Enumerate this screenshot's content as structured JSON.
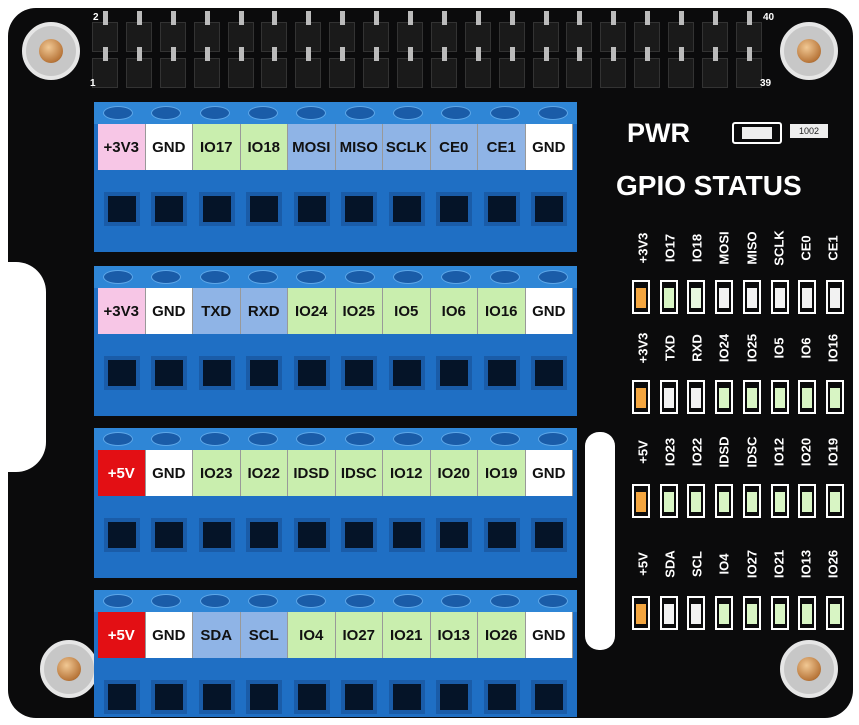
{
  "header": {
    "pin_top_left": "2",
    "pin_top_right": "40",
    "pin_bottom_left": "1",
    "pin_bottom_right": "39"
  },
  "terminal_rows": [
    {
      "labels": [
        {
          "text": "+3V3",
          "color": "#f7c6e6"
        },
        {
          "text": "GND",
          "color": "#ffffff"
        },
        {
          "text": "IO17",
          "color": "#c9eeae"
        },
        {
          "text": "IO18",
          "color": "#c9eeae"
        },
        {
          "text": "MOSI",
          "color": "#8fb4e6"
        },
        {
          "text": "MISO",
          "color": "#8fb4e6"
        },
        {
          "text": "SCLK",
          "color": "#8fb4e6"
        },
        {
          "text": "CE0",
          "color": "#8fb4e6"
        },
        {
          "text": "CE1",
          "color": "#8fb4e6"
        },
        {
          "text": "GND",
          "color": "#ffffff"
        }
      ]
    },
    {
      "labels": [
        {
          "text": "+3V3",
          "color": "#f7c6e6"
        },
        {
          "text": "GND",
          "color": "#ffffff"
        },
        {
          "text": "TXD",
          "color": "#8fb4e6"
        },
        {
          "text": "RXD",
          "color": "#8fb4e6"
        },
        {
          "text": "IO24",
          "color": "#c9eeae"
        },
        {
          "text": "IO25",
          "color": "#c9eeae"
        },
        {
          "text": "IO5",
          "color": "#c9eeae"
        },
        {
          "text": "IO6",
          "color": "#c9eeae"
        },
        {
          "text": "IO16",
          "color": "#c9eeae"
        },
        {
          "text": "GND",
          "color": "#ffffff"
        }
      ]
    },
    {
      "labels": [
        {
          "text": "+5V",
          "color": "#e30f14"
        },
        {
          "text": "GND",
          "color": "#ffffff"
        },
        {
          "text": "IO23",
          "color": "#c9eeae"
        },
        {
          "text": "IO22",
          "color": "#c9eeae"
        },
        {
          "text": "IDSD",
          "color": "#c9eeae"
        },
        {
          "text": "IDSC",
          "color": "#c9eeae"
        },
        {
          "text": "IO12",
          "color": "#c9eeae"
        },
        {
          "text": "IO20",
          "color": "#c9eeae"
        },
        {
          "text": "IO19",
          "color": "#c9eeae"
        },
        {
          "text": "GND",
          "color": "#ffffff"
        }
      ]
    },
    {
      "labels": [
        {
          "text": "+5V",
          "color": "#e30f14"
        },
        {
          "text": "GND",
          "color": "#ffffff"
        },
        {
          "text": "SDA",
          "color": "#8fb4e6"
        },
        {
          "text": "SCL",
          "color": "#8fb4e6"
        },
        {
          "text": "IO4",
          "color": "#c9eeae"
        },
        {
          "text": "IO27",
          "color": "#c9eeae"
        },
        {
          "text": "IO21",
          "color": "#c9eeae"
        },
        {
          "text": "IO13",
          "color": "#c9eeae"
        },
        {
          "text": "IO26",
          "color": "#c9eeae"
        },
        {
          "text": "GND",
          "color": "#ffffff"
        }
      ]
    }
  ],
  "status_panel": {
    "pwr_label": "PWR",
    "pwr_resistor": "1002",
    "title": "GPIO STATUS",
    "led_groups": [
      {
        "labels": [
          "+3V3",
          "IO17",
          "IO18",
          "MOSI",
          "MISO",
          "SCLK",
          "CE0",
          "CE1"
        ],
        "led_colors": [
          "#f4a640",
          "#d8f5c4",
          "#e8f8e0",
          "#f2f2f2",
          "#f2f2f2",
          "#f2f2f2",
          "#f2f2f2",
          "#f2f2f2"
        ]
      },
      {
        "labels": [
          "+3V3",
          "TXD",
          "RXD",
          "IO24",
          "IO25",
          "IO5",
          "IO6",
          "IO16"
        ],
        "led_colors": [
          "#f4a640",
          "#f2f2f2",
          "#f2f2f2",
          "#d8f5c4",
          "#d8f5c4",
          "#d8f5c4",
          "#d8f5c4",
          "#d8f5c4"
        ]
      },
      {
        "labels": [
          "+5V",
          "IO23",
          "IO22",
          "IDSD",
          "IDSC",
          "IO12",
          "IO20",
          "IO19"
        ],
        "led_colors": [
          "#f4a640",
          "#d8f5c4",
          "#d8f5c4",
          "#d8f5c4",
          "#d8f5c4",
          "#d8f5c4",
          "#d8f5c4",
          "#d8f5c4"
        ]
      },
      {
        "labels": [
          "+5V",
          "SDA",
          "SCL",
          "IO4",
          "IO27",
          "IO21",
          "IO13",
          "IO26"
        ],
        "led_colors": [
          "#f4a640",
          "#f2f2f2",
          "#f2f2f2",
          "#d8f5c4",
          "#d8f5c4",
          "#d8f5c4",
          "#d8f5c4",
          "#d8f5c4"
        ]
      }
    ]
  }
}
